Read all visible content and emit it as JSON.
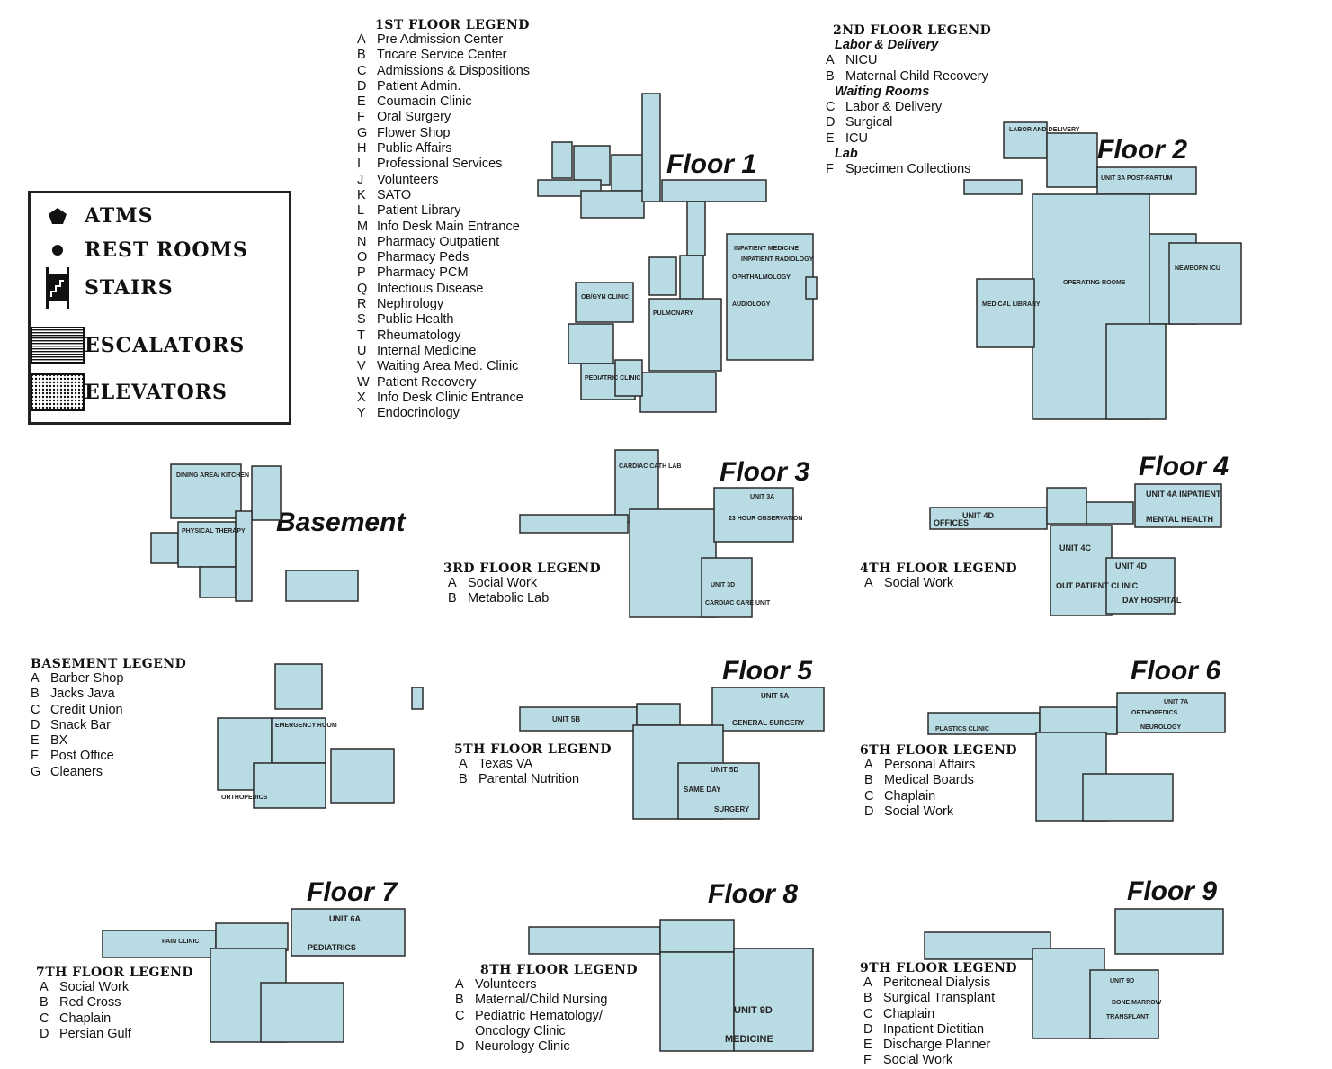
{
  "key": {
    "items": [
      {
        "icon": "atm-pentagon-icon",
        "label": "ATMS"
      },
      {
        "icon": "restroom-dot-icon",
        "label": "REST ROOMS"
      },
      {
        "icon": "stairs-icon",
        "label": "STAIRS"
      },
      {
        "icon": "escalator-icon",
        "label": "ESCALATORS"
      },
      {
        "icon": "elevator-icon",
        "label": "ELEVATORS"
      }
    ]
  },
  "legends": {
    "floor1": {
      "title": "1ST FLOOR LEGEND",
      "items": [
        {
          "code": "A",
          "label": "Pre Admission Center"
        },
        {
          "code": "B",
          "label": "Tricare Service Center"
        },
        {
          "code": "C",
          "label": "Admissions & Dispositions"
        },
        {
          "code": "D",
          "label": "Patient Admin."
        },
        {
          "code": "E",
          "label": "Coumaoin Clinic"
        },
        {
          "code": "F",
          "label": "Oral Surgery"
        },
        {
          "code": "G",
          "label": "Flower Shop"
        },
        {
          "code": "H",
          "label": "Public Affairs"
        },
        {
          "code": "I",
          "label": "Professional Services"
        },
        {
          "code": "J",
          "label": "Volunteers"
        },
        {
          "code": "K",
          "label": "SATO"
        },
        {
          "code": "L",
          "label": "Patient Library"
        },
        {
          "code": "M",
          "label": "Info Desk Main Entrance"
        },
        {
          "code": "N",
          "label": "Pharmacy Outpatient"
        },
        {
          "code": "O",
          "label": "Pharmacy Peds"
        },
        {
          "code": "P",
          "label": "Pharmacy PCM"
        },
        {
          "code": "Q",
          "label": "Infectious Disease"
        },
        {
          "code": "R",
          "label": "Nephrology"
        },
        {
          "code": "S",
          "label": "Public Health"
        },
        {
          "code": "T",
          "label": "Rheumatology"
        },
        {
          "code": "U",
          "label": "Internal Medicine"
        },
        {
          "code": "V",
          "label": "Waiting Area Med. Clinic"
        },
        {
          "code": "W",
          "label": "Patient Recovery"
        },
        {
          "code": "X",
          "label": "Info Desk Clinic Entrance"
        },
        {
          "code": "Y",
          "label": "Endocrinology"
        }
      ]
    },
    "floor2": {
      "title": "2ND FLOOR LEGEND",
      "items": [
        {
          "sub": "Labor & Delivery"
        },
        {
          "code": "A",
          "label": "NICU"
        },
        {
          "code": "B",
          "label": "Maternal Child Recovery"
        },
        {
          "sub": "Waiting Rooms"
        },
        {
          "code": "C",
          "label": "Labor & Delivery"
        },
        {
          "code": "D",
          "label": "Surgical"
        },
        {
          "code": "E",
          "label": "ICU"
        },
        {
          "sub": "Lab"
        },
        {
          "code": "F",
          "label": "Specimen Collections"
        }
      ]
    },
    "basement": {
      "title": "BASEMENT LEGEND",
      "items": [
        {
          "code": "A",
          "label": "Barber Shop"
        },
        {
          "code": "B",
          "label": "Jacks Java"
        },
        {
          "code": "C",
          "label": "Credit Union"
        },
        {
          "code": "D",
          "label": "Snack Bar"
        },
        {
          "code": "E",
          "label": "BX"
        },
        {
          "code": "F",
          "label": "Post Office"
        },
        {
          "code": "G",
          "label": "Cleaners"
        }
      ]
    },
    "floor3": {
      "title": "3RD FLOOR LEGEND",
      "items": [
        {
          "code": "A",
          "label": "Social Work"
        },
        {
          "code": "B",
          "label": "Metabolic Lab"
        }
      ]
    },
    "floor4": {
      "title": "4TH FLOOR LEGEND",
      "items": [
        {
          "code": "A",
          "label": "Social Work"
        }
      ]
    },
    "floor5": {
      "title": "5TH FLOOR LEGEND",
      "items": [
        {
          "code": "A",
          "label": "Texas VA"
        },
        {
          "code": "B",
          "label": "Parental Nutrition"
        }
      ]
    },
    "floor6": {
      "title": "6TH FLOOR LEGEND",
      "items": [
        {
          "code": "A",
          "label": "Personal Affairs"
        },
        {
          "code": "B",
          "label": "Medical Boards"
        },
        {
          "code": "C",
          "label": "Chaplain"
        },
        {
          "code": "D",
          "label": "Social Work"
        }
      ]
    },
    "floor7": {
      "title": "7TH FLOOR LEGEND",
      "items": [
        {
          "code": "A",
          "label": "Social Work"
        },
        {
          "code": "B",
          "label": "Red Cross"
        },
        {
          "code": "C",
          "label": "Chaplain"
        },
        {
          "code": "D",
          "label": "Persian Gulf"
        }
      ]
    },
    "floor8": {
      "title": "8TH FLOOR LEGEND",
      "items": [
        {
          "code": "A",
          "label": "Volunteers"
        },
        {
          "code": "B",
          "label": "Maternal/Child Nursing"
        },
        {
          "code": "C",
          "label": "Pediatric Hematology/"
        },
        {
          "code": "",
          "label": "Oncology Clinic"
        },
        {
          "code": "D",
          "label": "Neurology Clinic"
        }
      ]
    },
    "floor9": {
      "title": "9TH FLOOR LEGEND",
      "items": [
        {
          "code": "A",
          "label": "Peritoneal Dialysis"
        },
        {
          "code": "B",
          "label": "Surgical Transplant"
        },
        {
          "code": "C",
          "label": "Chaplain"
        },
        {
          "code": "D",
          "label": "Inpatient Dietitian"
        },
        {
          "code": "E",
          "label": "Discharge Planner"
        },
        {
          "code": "F",
          "label": "Social Work"
        }
      ]
    }
  },
  "floor_titles": {
    "floor1": "Floor 1",
    "floor2": "Floor 2",
    "basement": "Basement",
    "floor3": "Floor 3",
    "floor4": "Floor 4",
    "floor5": "Floor 5",
    "floor6": "Floor 6",
    "floor7": "Floor 7",
    "floor8": "Floor 8",
    "floor9": "Floor 9"
  },
  "map_labels": {
    "floor1": [
      "INPATIENT MEDICINE",
      "INPATIENT RADIOLOGY",
      "OB/GYN CLINIC",
      "PULMONARY",
      "PEDIATRIC CLINIC",
      "AUDIOLOGY",
      "OPHTHALMOLOGY"
    ],
    "floor2": [
      "LABOR AND DELIVERY",
      "UNIT 3A POST-PARTUM",
      "OPERATING ROOMS",
      "MEDICAL LIBRARY",
      "NEWBORN ICU"
    ],
    "basement": [
      "DINING AREA/ KITCHEN",
      "PHYSICAL THERAPY",
      "EMERGENCY ROOM",
      "ORTHOPEDICS"
    ],
    "floor3": [
      "CARDIAC CATH LAB",
      "UNIT 3A",
      "23 HOUR OBSERVATION",
      "UNIT 3D",
      "CARDIAC CARE UNIT"
    ],
    "floor4": [
      "UNIT 4D",
      "UNIT 4A INPATIENT",
      "MENTAL HEALTH",
      "UNIT 4C",
      "UNIT 4D",
      "DAY HOSPITAL",
      "OUT PATIENT CLINIC",
      "OFFICES"
    ],
    "floor5": [
      "UNIT 5B",
      "UNIT 5A",
      "GENERAL SURGERY",
      "UNIT 5D",
      "SAME DAY",
      "SURGERY"
    ],
    "floor6": [
      "UNIT 7A",
      "ORTHOPEDICS",
      "NEUROLOGY",
      "PLASTICS CLINIC"
    ],
    "floor7": [
      "UNIT 6A",
      "PEDIATRICS",
      "PAIN CLINIC"
    ],
    "floor8": [
      "UNIT 9D",
      "MEDICINE"
    ],
    "floor9": [
      "UNIT 9D",
      "BONE MARROW",
      "TRANSPLANT"
    ]
  },
  "colors": {
    "map_fill": "#b9dbe3",
    "map_stroke": "#2a2a2a",
    "text": "#111111"
  }
}
